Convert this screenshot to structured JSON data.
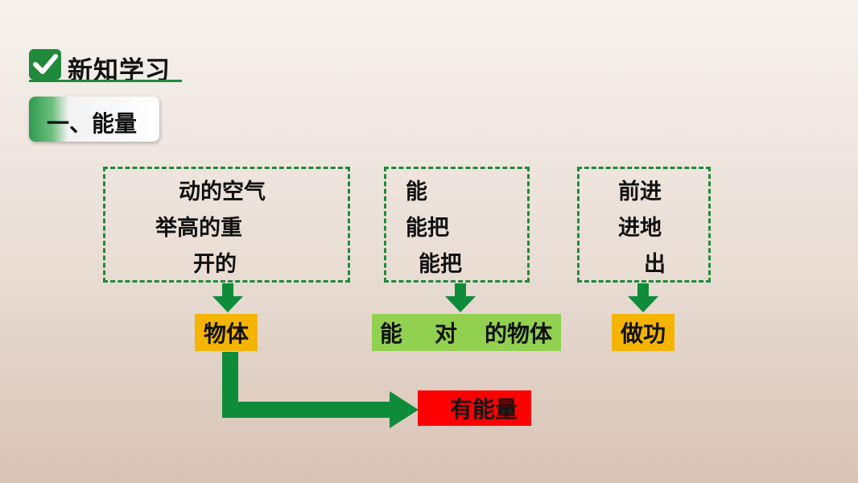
{
  "header": {
    "title": "新知学习"
  },
  "section": {
    "title": "一、能量"
  },
  "boxes": [
    {
      "lines": [
        "动的空气",
        "举高的重",
        "开的"
      ]
    },
    {
      "lines": [
        "能",
        "能把",
        "能把"
      ]
    },
    {
      "lines": [
        "前进",
        "进地",
        "出"
      ]
    }
  ],
  "labels": {
    "object_left": "物体",
    "middle": [
      "能",
      "对",
      "的物体"
    ],
    "work": "做功",
    "result": "有能量"
  },
  "colors": {
    "green": "#1f8a3b",
    "yellow": "#f5b400",
    "light_green": "#92d050",
    "red": "#ff0000"
  }
}
